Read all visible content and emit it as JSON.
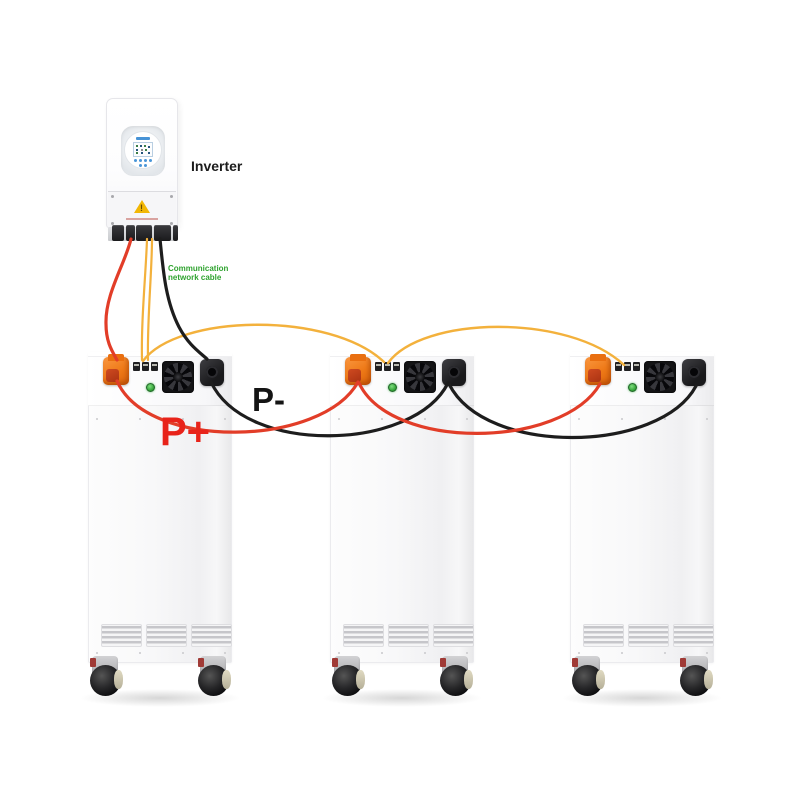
{
  "title": "Inverter and battery stack wiring diagram",
  "labels": {
    "inverter": "Inverter",
    "comm_cable_line1": "Communication",
    "comm_cable_line2": "network cable",
    "p_minus": "P-",
    "p_plus": "P+"
  },
  "colors": {
    "cable_red": "#e23d28",
    "cable_black": "#1d1d1d",
    "cable_yellow": "#f3b13c",
    "comm_label_green": "#2fa32f",
    "p_plus_red": "#e8231a",
    "p_minus_black": "#141414",
    "connector_orange": "#ee7917"
  },
  "devices": {
    "inverter": {
      "label": "Inverter"
    },
    "batteries": [
      {
        "name": "battery-1"
      },
      {
        "name": "battery-2"
      },
      {
        "name": "battery-3"
      }
    ]
  },
  "connections": [
    {
      "from": "inverter",
      "to": "battery-1",
      "cable": "P+ (red)"
    },
    {
      "from": "inverter",
      "to": "battery-1",
      "cable": "communication (yellow)"
    },
    {
      "from": "inverter",
      "to": "battery-1",
      "cable": "P- (black)"
    },
    {
      "from": "battery-1",
      "to": "battery-2",
      "cable": "P+ (red)"
    },
    {
      "from": "battery-1",
      "to": "battery-2",
      "cable": "P- (black)"
    },
    {
      "from": "battery-1",
      "to": "battery-2",
      "cable": "communication (yellow)"
    },
    {
      "from": "battery-2",
      "to": "battery-3",
      "cable": "P+ (red)"
    },
    {
      "from": "battery-2",
      "to": "battery-3",
      "cable": "P- (black)"
    },
    {
      "from": "battery-2",
      "to": "battery-3",
      "cable": "communication (yellow)"
    }
  ]
}
